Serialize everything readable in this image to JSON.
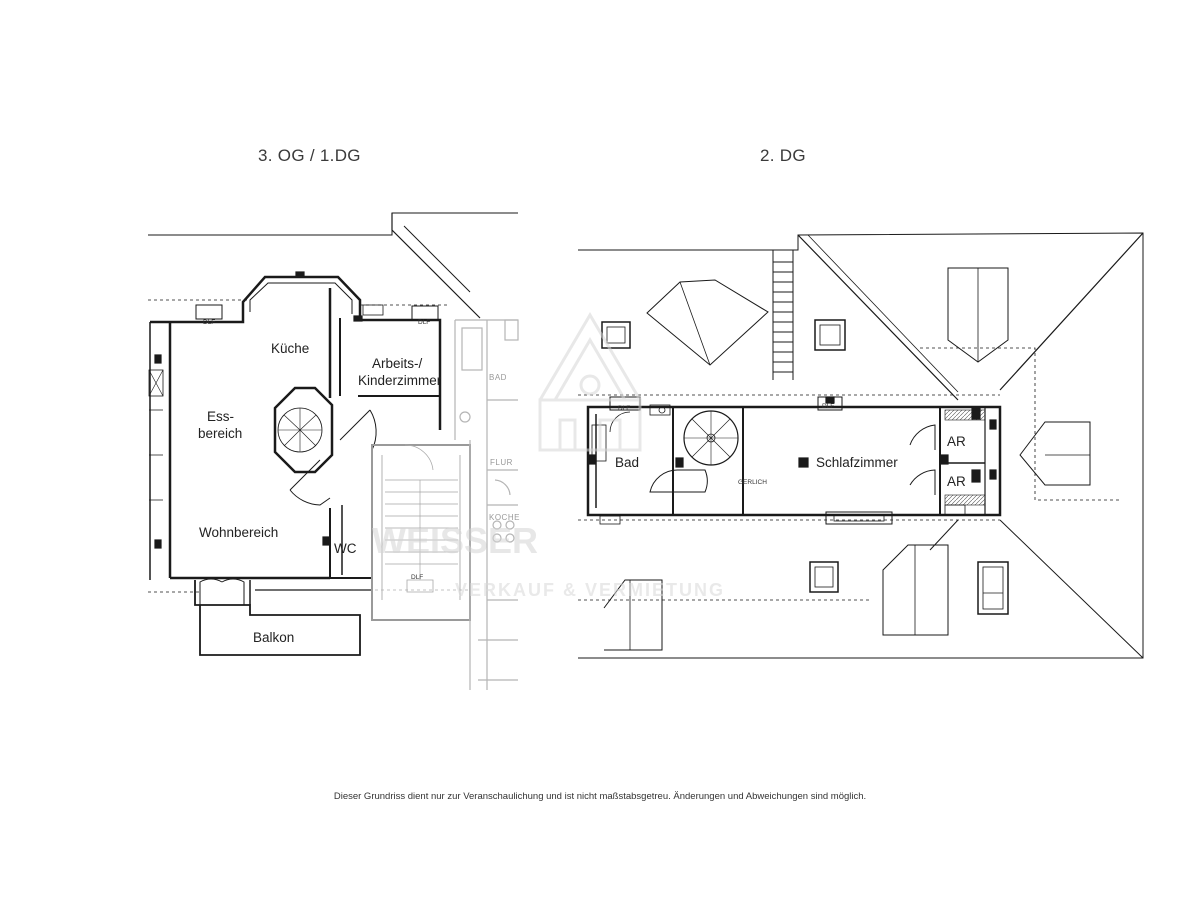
{
  "plans": {
    "left": {
      "title": "3. OG / 1.DG",
      "rooms": {
        "kueche": "Küche",
        "arbeits_1": "Arbeits-/",
        "arbeits_2": "Kinderzimmer",
        "ess_1": "Ess-",
        "ess_2": "bereich",
        "wohn": "Wohnbereich",
        "wc": "WC",
        "balkon": "Balkon"
      },
      "marks": {
        "dlf": "DLF",
        "bad": "BAD",
        "flur": "FLUR",
        "koche": "KOCHE"
      }
    },
    "right": {
      "title": "2. DG",
      "rooms": {
        "bad": "Bad",
        "schlafzimmer": "Schlafzimmer",
        "ar1": "AR",
        "ar2": "AR"
      },
      "marks": {
        "dlf": "DLF",
        "gerlich": "GERLICH"
      }
    }
  },
  "watermark": {
    "brand": "WEISSER",
    "sub": "VERKAUF & VERMIETUNG"
  },
  "footer": {
    "disclaimer": "Dieser Grundriss dient nur zur Veranschaulichung und ist nicht maßstabsgetreu. Änderungen und Abweichungen sind möglich."
  },
  "colors": {
    "line": "#1a1a1a",
    "faint": "#b5b5b5",
    "watermark": "#d9d9d9"
  }
}
